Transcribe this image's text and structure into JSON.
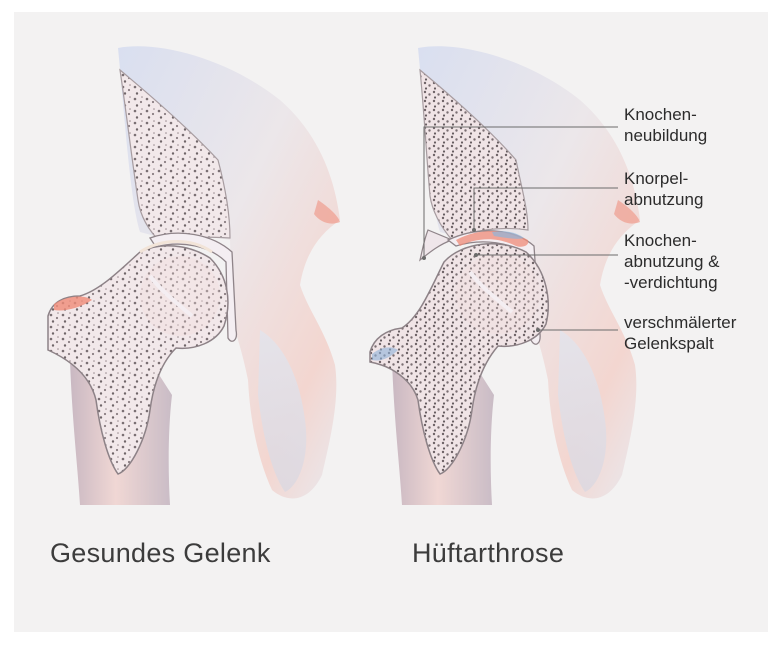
{
  "captions": {
    "healthy": "Gesundes Gelenk",
    "arthrosis": "Hüftarthrose"
  },
  "labels": {
    "new_bone": [
      "Knochen-",
      "neubildung"
    ],
    "cartilage": [
      "Knorpel-",
      "abnutzung"
    ],
    "bone_wear": [
      "Knochen-",
      "abnutzung &",
      "-verdichtung"
    ],
    "joint_gap": [
      "verschmälerter",
      "Gelenkspalt"
    ]
  },
  "colors": {
    "background": "#f3f2f2",
    "bone_pale": "#ece6ea",
    "spongy": "#7a6f73",
    "red_accent": "#ef8b78",
    "blue_accent": "#8fb3d8"
  }
}
